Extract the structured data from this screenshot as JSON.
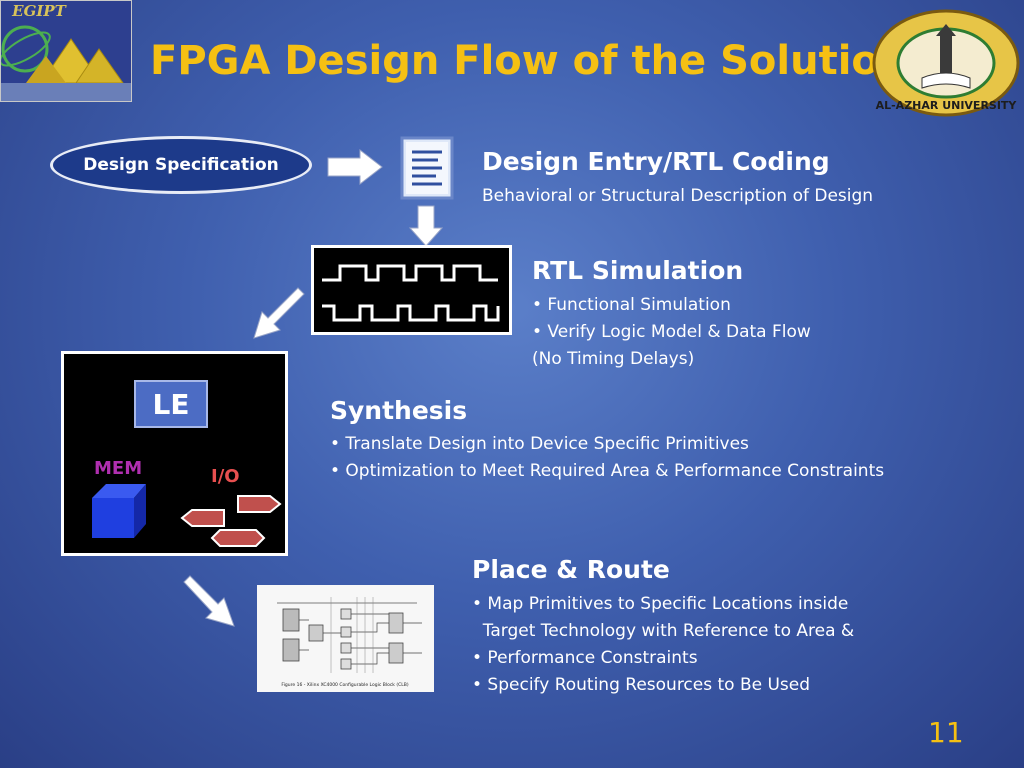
{
  "title": "FPGA Design Flow of the Solution",
  "logos": {
    "left_text": "EGIPT",
    "right_text": "AL-AZHAR UNIVERSITY"
  },
  "design_spec": "Design Specification",
  "entry": {
    "heading": "Design Entry/RTL Coding",
    "lines": [
      "Behavioral or Structural Description of Design"
    ]
  },
  "rtl_sim": {
    "heading": "RTL Simulation",
    "lines": [
      "• Functional Simulation",
      "• Verify Logic Model & Data Flow",
      "(No Timing Delays)"
    ]
  },
  "chip": {
    "le": "LE",
    "mem": "MEM",
    "io": "I/O"
  },
  "synthesis": {
    "heading": "Synthesis",
    "lines": [
      "• Translate Design into Device Specific Primitives",
      "• Optimization to Meet Required Area & Performance Constraints"
    ]
  },
  "place_route": {
    "heading": "Place & Route",
    "lines": [
      "• Map Primitives to Specific Locations inside",
      "  Target Technology with Reference to Area &",
      "• Performance Constraints",
      "• Specify Routing Resources to Be Used"
    ]
  },
  "clb_caption": "Figure 16 - Xilinx XC4000 Configurable Logic Block (CLB)",
  "page_number": "11",
  "colors": {
    "title": "#f5c013",
    "background": "#3f5fae",
    "oval": "#1d3a8a",
    "le_box": "#4c6cc4",
    "mem_label": "#b02fb0",
    "io_label": "#e85050"
  }
}
